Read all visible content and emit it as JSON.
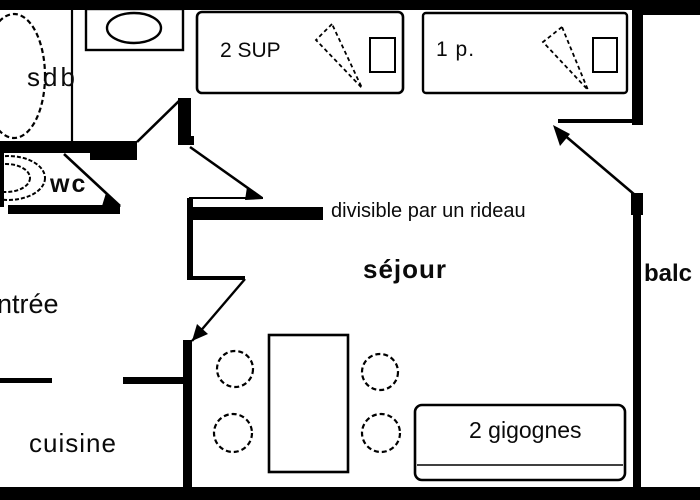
{
  "title": "apartment-floor-plan",
  "rooms": {
    "bathroom": {
      "label": "sdb"
    },
    "toilet": {
      "label": "wc"
    },
    "entrance": {
      "label": "ntrée"
    },
    "kitchen": {
      "label": "cuisine"
    },
    "living_room": {
      "label": "séjour"
    },
    "balcony": {
      "label": "balc"
    }
  },
  "annotations": {
    "divider_note": "divisible par un rideau"
  },
  "furniture": {
    "bed_sup_label": "2 SUP",
    "bed_single_label": "1 p.",
    "bed_nesting_label": "2 gigognes"
  },
  "colors": {
    "wall": "#000000",
    "background": "#ffffff",
    "text": "#0a0a0a"
  }
}
